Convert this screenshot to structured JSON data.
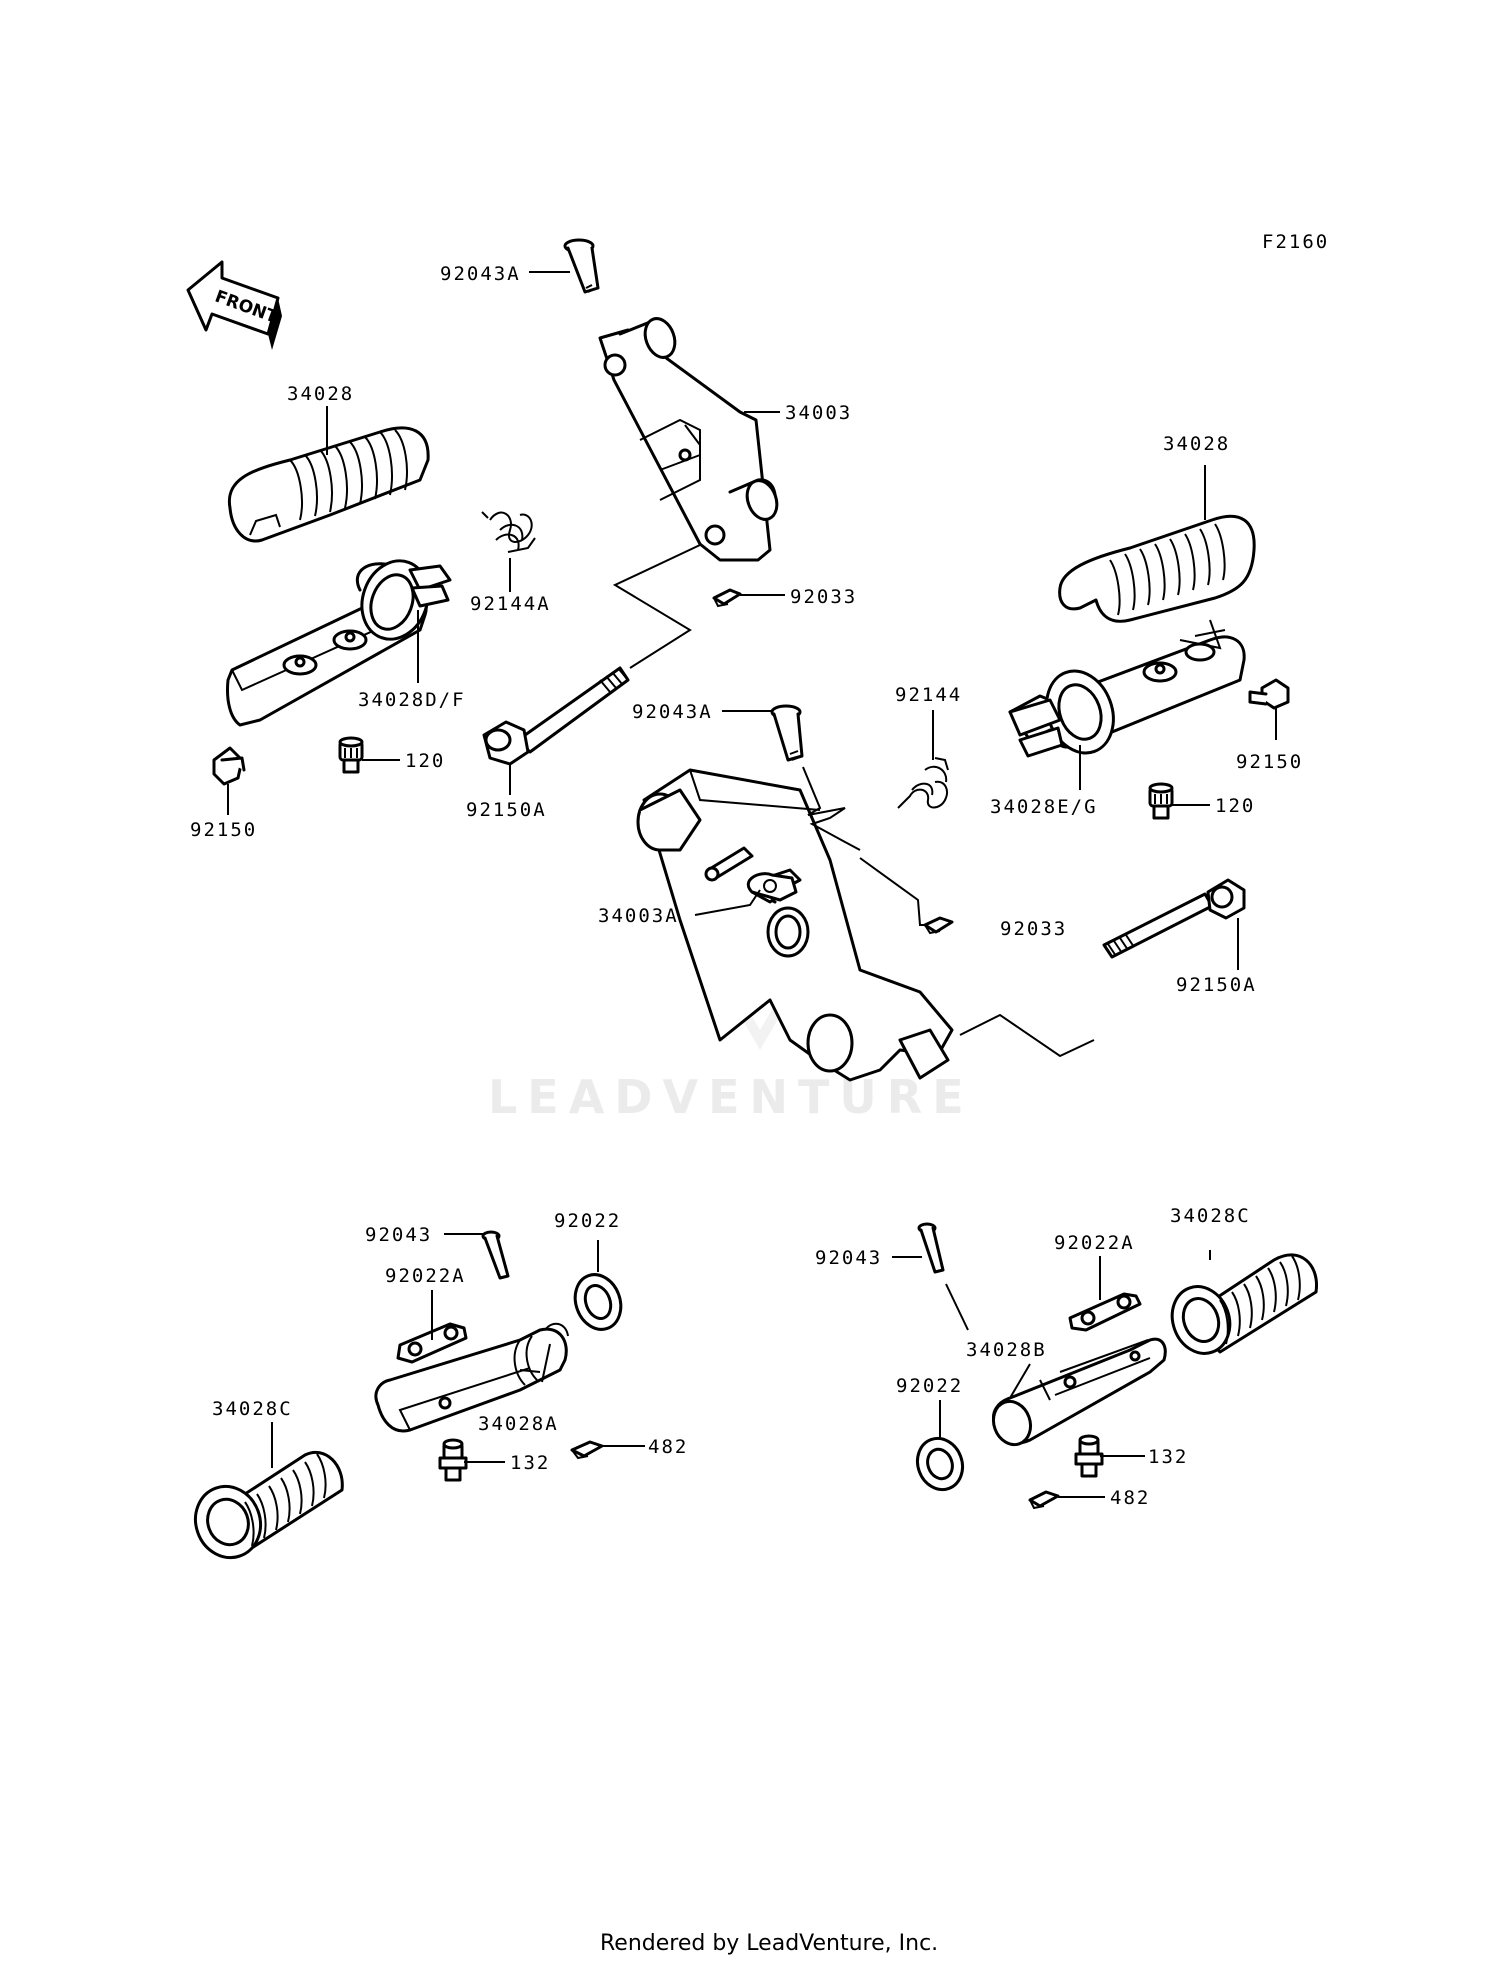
{
  "figure_code": "F2160",
  "front_label": "FRONT",
  "watermark": "LEADVENTURE",
  "footer": "Rendered by LeadVenture, Inc.",
  "parts": {
    "p92043A_top": "92043A",
    "p34003": "34003",
    "p34028_left": "34028",
    "p92144A": "92144A",
    "p92033_top": "92033",
    "p34028DF": "34028D/F",
    "p120_left": "120",
    "p92150_left": "92150",
    "p92150A_left": "92150A",
    "p34028_right": "34028",
    "p92043A_mid": "92043A",
    "p92144": "92144",
    "p92150_right": "92150",
    "p34028EG": "34028E/G",
    "p120_right": "120",
    "p34003A": "34003A",
    "p92033_mid": "92033",
    "p92150A_right": "92150A",
    "p92043_bl": "92043",
    "p92022_bl": "92022",
    "p92022A_bl": "92022A",
    "p34028A": "34028A",
    "p34028C_bl": "34028C",
    "p132_bl": "132",
    "p482_bl": "482",
    "p92043_br": "92043",
    "p92022A_br": "92022A",
    "p34028C_br": "34028C",
    "p34028B": "34028B",
    "p92022_br": "92022",
    "p132_br": "132",
    "p482_br": "482"
  }
}
